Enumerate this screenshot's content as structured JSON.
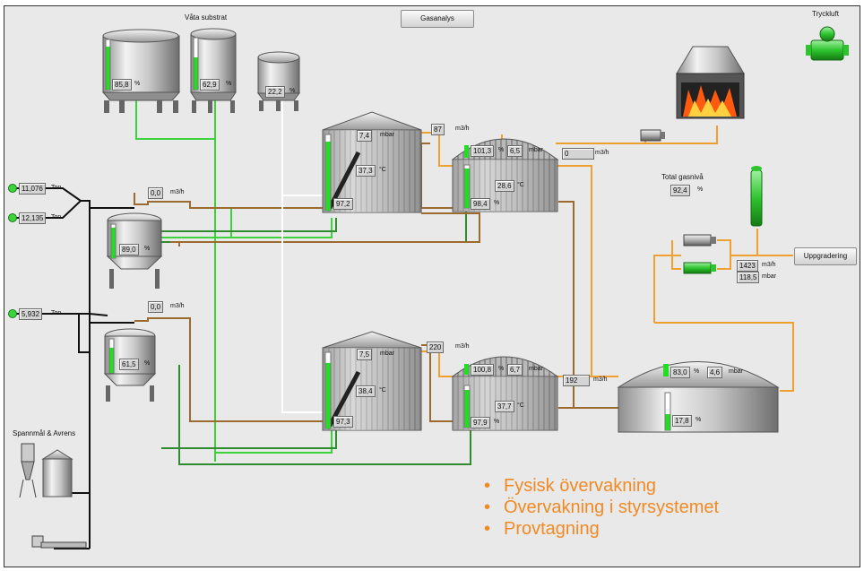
{
  "header": {
    "gasanalys_button": "Gasanalys",
    "tryckluft_label": "Tryckluft",
    "vata_substrat_label": "Våta substrat"
  },
  "substrate_tanks": [
    {
      "level": "85,8",
      "unit": "%"
    },
    {
      "level": "62,9",
      "unit": "%"
    },
    {
      "level": "22,2",
      "unit": "%"
    }
  ],
  "feed": [
    {
      "value": "11,076",
      "unit": "Ton"
    },
    {
      "value": "12,135",
      "unit": "Ton"
    },
    {
      "value": "5,932",
      "unit": "Ton"
    }
  ],
  "mix_tanks": [
    {
      "flow": "0,0",
      "flow_unit": "m3/h",
      "level": "89,0",
      "level_unit": "%"
    },
    {
      "flow": "0,0",
      "flow_unit": "m3/h",
      "level": "61,5",
      "level_unit": "%"
    }
  ],
  "digesters": [
    {
      "pressure": "7,4",
      "pressure_unit": "mbar",
      "temp": "37,3",
      "temp_unit": "°C",
      "level": "97,2"
    },
    {
      "pressure": "7,5",
      "pressure_unit": "mbar",
      "temp": "38,4",
      "temp_unit": "°C",
      "level": "97,3"
    }
  ],
  "post_digesters": [
    {
      "gas_flow": "87",
      "gas_flow_unit": "m3/h",
      "gas_level": "101,3",
      "pressure": "6,5",
      "pressure_unit": "mbar",
      "temp": "28,6",
      "temp_unit": "°C",
      "level": "98,4",
      "pct": "%"
    },
    {
      "gas_flow": "220",
      "gas_flow_unit": "m3/h",
      "gas_level": "100,8",
      "pressure": "6,7",
      "pressure_unit": "mbar",
      "temp": "37,7",
      "temp_unit": "°C",
      "level": "97,9",
      "pct": "%"
    }
  ],
  "flare": {
    "flow": "0",
    "flow_unit": "m3/h"
  },
  "total_gas": {
    "label": "Total gasnivå",
    "value": "92,4",
    "unit": "%"
  },
  "upgrading": {
    "button": "Uppgradering",
    "flow": "1423",
    "flow_unit": "m3/h",
    "pressure": "118,5",
    "pressure_unit": "mbar"
  },
  "storage": {
    "gas_flow": "192",
    "gas_flow_unit": "m3/h",
    "gas_level": "83,0",
    "pressure": "4,6",
    "pressure_unit": "mbar",
    "level": "17,8",
    "pct": "%"
  },
  "spannmal_label": "Spannmål & Avrens",
  "bullets": [
    "Fysisk övervakning",
    "Övervakning i styrsystemet",
    "Provtagning"
  ],
  "colors": {
    "pipe_green": "#3cd23c",
    "pipe_dark_green": "#2e8b2e",
    "pipe_brown": "#9a6a2e",
    "pipe_orange": "#f0a030",
    "pipe_white": "#ffffff",
    "bullet_orange": "#f08a24",
    "level_green": "#22dd22"
  }
}
